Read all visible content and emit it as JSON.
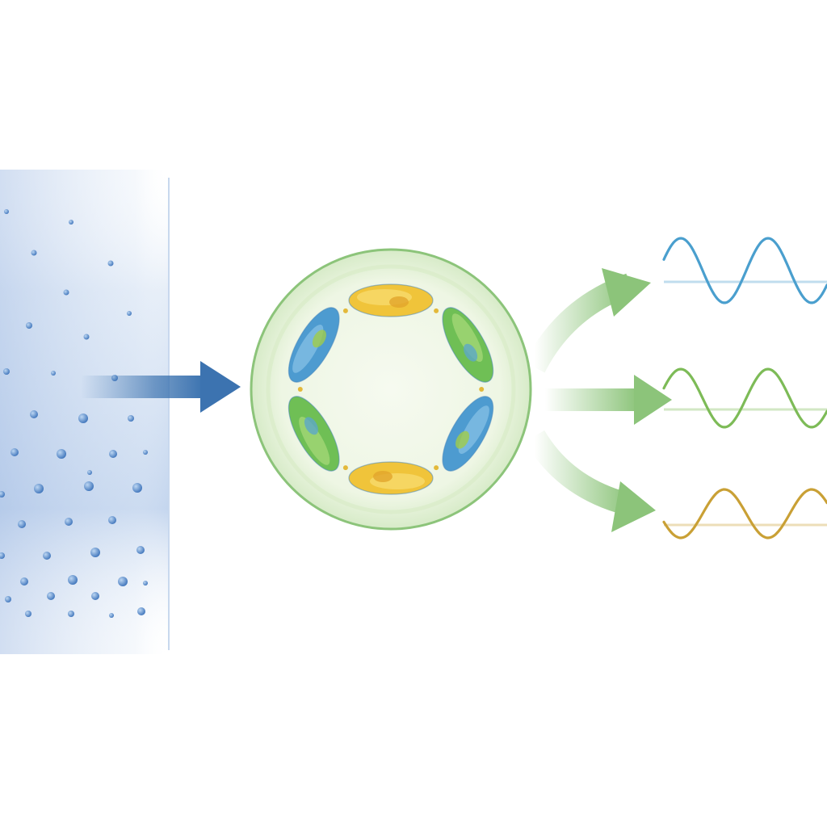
{
  "diagram": {
    "panels": [
      {
        "name": "particle-field"
      },
      {
        "name": "ring-cell"
      },
      {
        "name": "wave-outputs"
      }
    ],
    "ring": {
      "subunit_count": 6,
      "subunit_colors": [
        "#f0c43a",
        "#6fbf55",
        "#4d9bd0",
        "#f0c43a",
        "#6fbf55",
        "#4d9bd0"
      ]
    },
    "outputs": [
      {
        "color": "#4a9fce"
      },
      {
        "color": "#7dbb57"
      },
      {
        "color": "#c9a035"
      }
    ],
    "colors": {
      "field": "#7ea6d6",
      "particle": "#4a7fc4",
      "input_arrow": "#3c73b0",
      "cell_border": "#8cc47a",
      "cell_fill": "#eef6e4",
      "output_arrow": "#8cc47a",
      "linker": "#e3b93a"
    }
  }
}
